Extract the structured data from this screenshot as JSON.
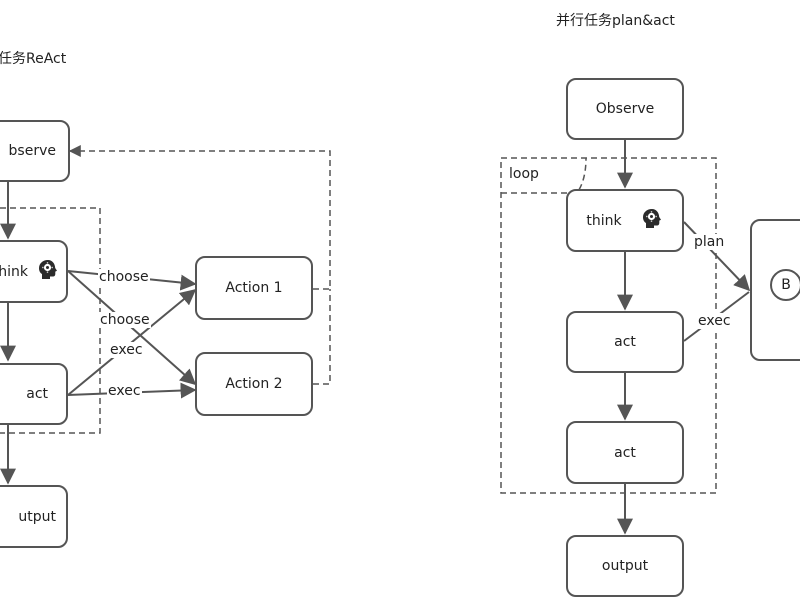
{
  "left_panel": {
    "title": "任务ReAct",
    "nodes": {
      "observe": "bserve",
      "think": "hink",
      "act": "act",
      "action1": "Action 1",
      "action2": "Action 2",
      "output": "utput"
    },
    "edge_labels": {
      "choose_1": "choose",
      "choose_2": "choose",
      "exec_1": "exec",
      "exec_2": "exec"
    },
    "icons": {
      "think": "brain-gear-icon"
    }
  },
  "right_panel": {
    "title": "并行任务plan&act",
    "nodes": {
      "observe": "Observe",
      "think": "think",
      "act_1": "act",
      "act_2": "act",
      "output": "output",
      "circle": "B"
    },
    "edge_labels": {
      "loop": "loop",
      "plan": "plan",
      "exec": "exec"
    },
    "icons": {
      "think": "brain-gear-icon"
    }
  },
  "colors": {
    "stroke": "#555555",
    "text": "#222222",
    "background": "#ffffff"
  }
}
